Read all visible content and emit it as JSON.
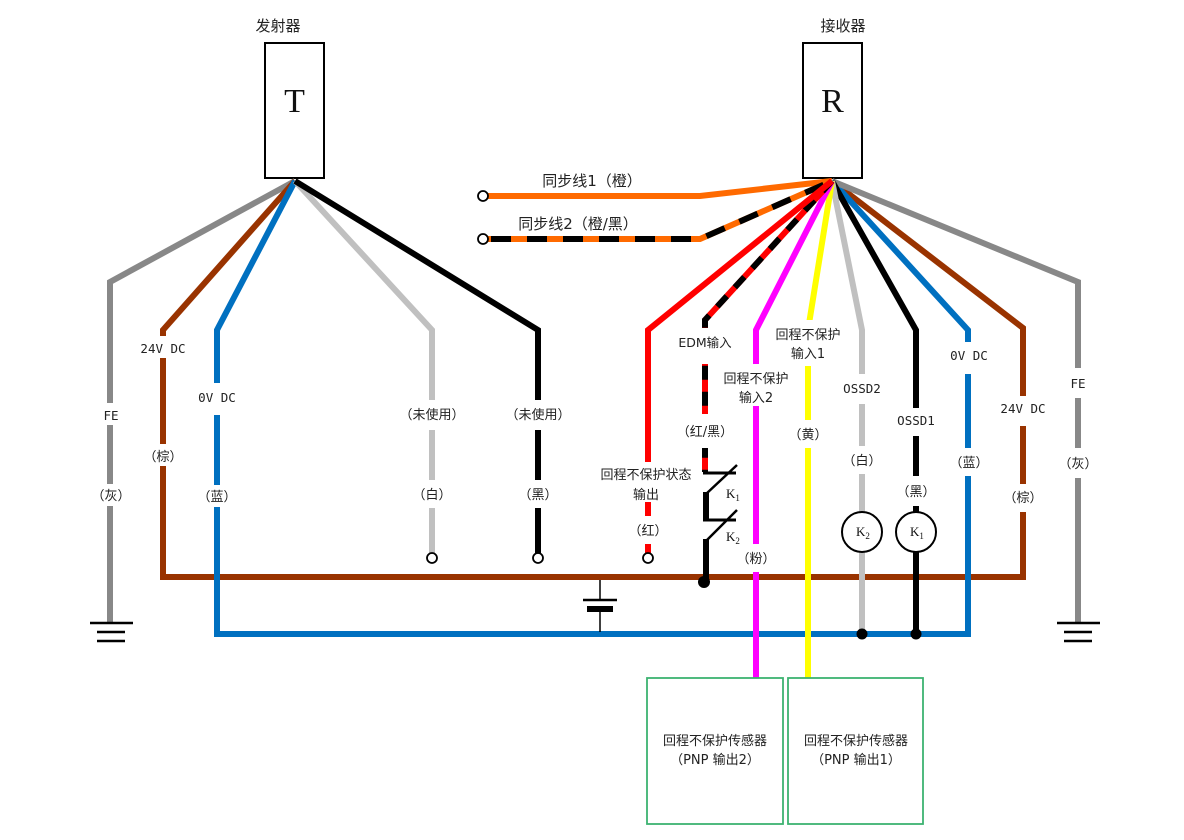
{
  "colors": {
    "orange": "#ff6a00",
    "black": "#000000",
    "gray": "#888888",
    "brown": "#993300",
    "blue": "#0070c0",
    "white_wire": "#c0c0c0",
    "red": "#ff0000",
    "magenta": "#ff00ff",
    "yellow": "#ffff00",
    "green_box": "#3cb371"
  },
  "emitter": {
    "title": "发射器",
    "letter": "T",
    "wires": [
      {
        "id": "fe",
        "function": "FE",
        "color_label": "（灰）",
        "color": "gray"
      },
      {
        "id": "24v",
        "function": "24V DC",
        "color_label": "（棕）",
        "color": "brown"
      },
      {
        "id": "0v",
        "function": "0V DC",
        "color_label": "（蓝）",
        "color": "blue"
      },
      {
        "id": "unused-white",
        "function": "（未使用）",
        "color_label": "（白）",
        "color": "white_wire"
      },
      {
        "id": "unused-black",
        "function": "（未使用）",
        "color_label": "（黑）",
        "color": "black"
      }
    ]
  },
  "receiver": {
    "title": "接收器",
    "letter": "R",
    "sync1": {
      "label": "同步线1（橙）"
    },
    "sync2": {
      "label": "同步线2（橙/黑）"
    },
    "wires": {
      "red": {
        "function_line1": "回程不保护状态",
        "function_line2": "输出",
        "color_label": "（红）"
      },
      "edm": {
        "function": "EDM输入",
        "color_label": "（红/黑）"
      },
      "magenta": {
        "function_line1": "回程不保护",
        "function_line2": "输入2",
        "color_label": "（粉）"
      },
      "yellow": {
        "function_line1": "回程不保护",
        "function_line2": "输入1",
        "color_label": "（黄）"
      },
      "ossd2": {
        "function": "OSSD2",
        "color_label": "（白）"
      },
      "ossd1": {
        "function": "OSSD1",
        "color_label": "（黑）"
      },
      "0v": {
        "function": "0V DC",
        "color_label": "（蓝）"
      },
      "24v": {
        "function": "24V DC",
        "color_label": "（棕）"
      },
      "fe": {
        "function": "FE",
        "color_label": "（灰）"
      }
    }
  },
  "components": {
    "k1": {
      "letter": "K",
      "sub": "1"
    },
    "k2": {
      "letter": "K",
      "sub": "2"
    },
    "sensor2": {
      "line1": "回程不保护传感器",
      "line2": "（PNP 输出2）"
    },
    "sensor1": {
      "line1": "回程不保护传感器",
      "line2": "（PNP 输出1）"
    }
  }
}
